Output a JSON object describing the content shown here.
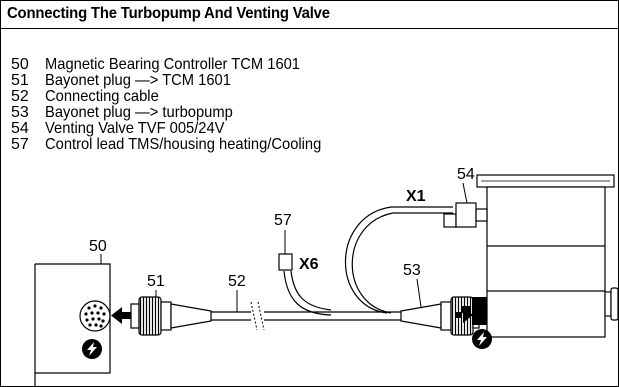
{
  "title": "Connecting The Turbopump And Venting Valve",
  "legend": [
    {
      "num": "50",
      "text": "Magnetic Bearing Controller TCM 1601"
    },
    {
      "num": "51",
      "text": "Bayonet plug —> TCM 1601"
    },
    {
      "num": "52",
      "text": "Connecting cable"
    },
    {
      "num": "53",
      "text": "Bayonet plug —> turbopump"
    },
    {
      "num": "54",
      "text": "Venting Valve TVF 005/24V"
    },
    {
      "num": "57",
      "text": "Control lead TMS/housing heating/Cooling"
    }
  ],
  "callouts": {
    "c50": "50",
    "c51": "51",
    "c52": "52",
    "c53": "53",
    "c54": "54",
    "c57": "57",
    "x1": "X1",
    "x6": "X6"
  },
  "icons": {
    "warning": "lightning-bolt-icon",
    "arrow": "arrow-left-icon"
  }
}
